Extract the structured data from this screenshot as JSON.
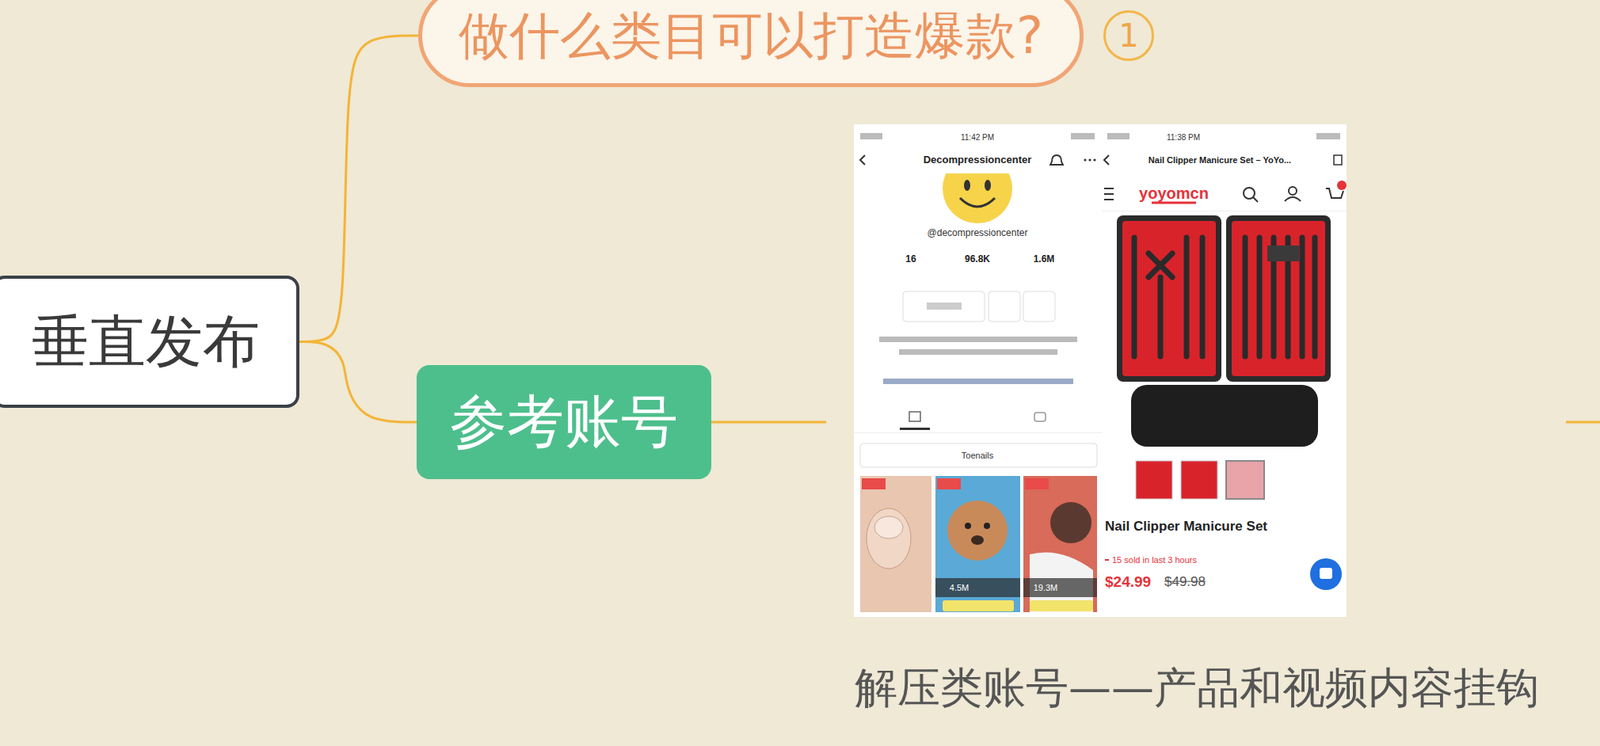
{
  "diagram": {
    "nodes": [
      {
        "text": [
          "垂直发布"
        ]
      },
      {
        "text": [
          "做什么类目可以打造爆款?"
        ]
      },
      {
        "text": [
          "参考账号"
        ]
      }
    ],
    "edges": [
      {
        "from": 0,
        "to": 1,
        "arrow": "none"
      },
      {
        "from": 0,
        "to": 2,
        "arrow": "none"
      }
    ],
    "labels": [
      "1",
      "解压类账号——产品和视频内容挂钩",
      "11:42 PM",
      "Decompressioncenter",
      "@decompressioncenter",
      "16",
      "96.8K",
      "1.6M",
      "Toenails",
      "4.5M",
      "19.3M",
      "11:38 PM",
      "Nail Clipper Manicure Set – YoYo...",
      "yoyomcn",
      "Nail Clipper Manicure Set",
      "15 sold in last 3 hours",
      "$24.99",
      "$49.98"
    ]
  }
}
